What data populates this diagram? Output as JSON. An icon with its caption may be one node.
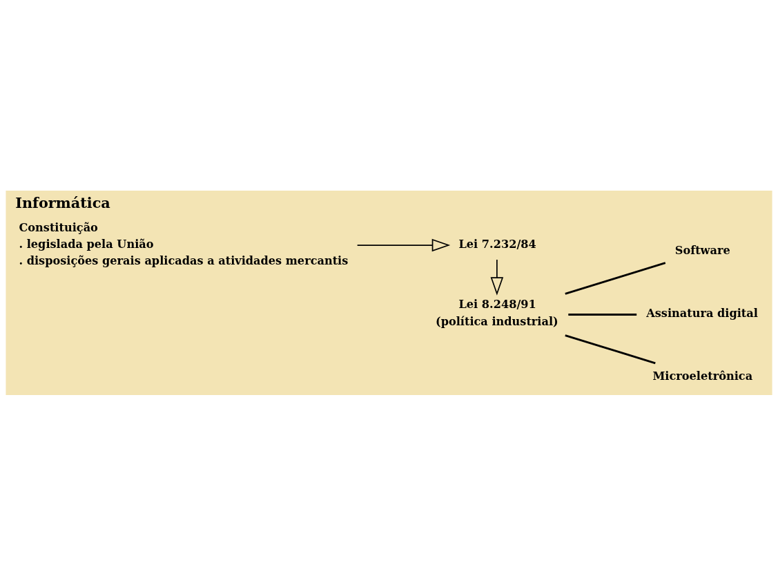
{
  "diagram": {
    "title": "Informática",
    "nodes": [
      {
        "text": [
          "Constituição",
          ". legislada pela União",
          ". disposições gerais aplicadas a atividades mercantis"
        ]
      },
      {
        "text": [
          "Lei 7.232/84"
        ]
      },
      {
        "text": [
          "Lei 8.248/91"
        ],
        "beside": [
          "(política industrial)"
        ]
      },
      {
        "text": [
          "Software"
        ]
      },
      {
        "text": [
          "Assinatura digital"
        ]
      },
      {
        "text": [
          "Microeletrônica"
        ]
      }
    ],
    "edges": [
      {
        "from": 0,
        "to": 1,
        "arrow": "to"
      },
      {
        "from": 1,
        "to": 2,
        "arrow": "to"
      },
      {
        "from": 2,
        "to": 3,
        "arrow": "none"
      },
      {
        "from": 2,
        "to": 4,
        "arrow": "none"
      },
      {
        "from": 2,
        "to": 5,
        "arrow": "none"
      }
    ]
  }
}
